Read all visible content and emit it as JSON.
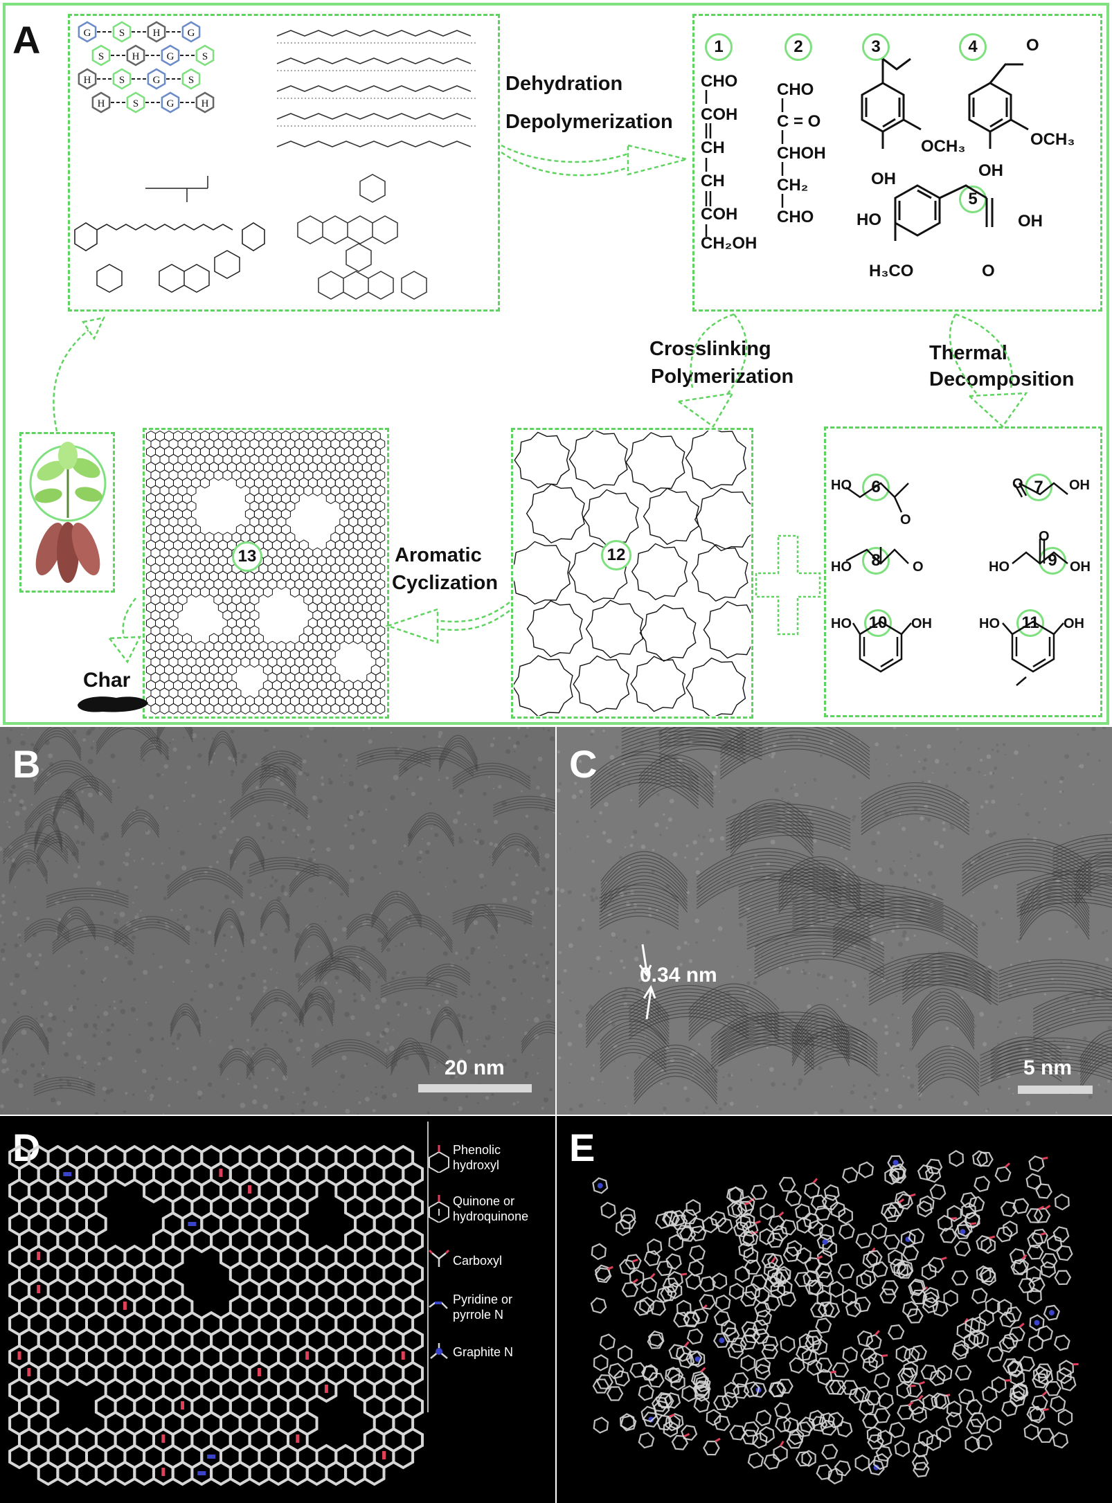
{
  "panels": {
    "a": "A",
    "b": "B",
    "c": "C",
    "d": "D",
    "e": "E"
  },
  "steps": {
    "dehydration": "Dehydration",
    "depolymerization": "Depolymerization",
    "crosslinking": "Crosslinking",
    "polymerization": "Polymerization",
    "thermal": "Thermal",
    "decomposition": "Decomposition",
    "aromatic": "Aromatic",
    "cyclization": "Cyclization",
    "char": "Char"
  },
  "lignin_units": [
    "G",
    "S",
    "H",
    "G",
    "S",
    "H",
    "G",
    "S",
    "H",
    "S",
    "G",
    "S",
    "H",
    "S",
    "G",
    "H",
    "G",
    "H"
  ],
  "compounds": {
    "c1": [
      "CHO",
      "COH",
      "CH",
      "CH",
      "COH",
      "CH₂OH"
    ],
    "c2": [
      "CHO",
      "C = O",
      "CHOH",
      "CH₂",
      "CHO"
    ],
    "och3": "OCH₃",
    "oh": "OH",
    "h3co": "H₃CO",
    "o": "O",
    "ho": "HO"
  },
  "numbers": [
    "1",
    "2",
    "3",
    "4",
    "5",
    "6",
    "7",
    "8",
    "9",
    "10",
    "11",
    "12",
    "13"
  ],
  "tem": {
    "b_scale": "20 nm",
    "c_scale": "5 nm",
    "c_spacing": "0.34 nm"
  },
  "legend": [
    {
      "text": "Phenolic hydroxyl"
    },
    {
      "text": "Quinone or hydroquinone"
    },
    {
      "text": "Carboxyl"
    },
    {
      "text": "Pyridine or pyrrole N"
    },
    {
      "text": "Graphite N"
    }
  ],
  "colors": {
    "green_box": "#7ee07e",
    "dash_green": "#5fd35f",
    "oxygen": "#e0405a",
    "nitrogen": "#3a44c8",
    "bond": "#d6d6d6"
  }
}
